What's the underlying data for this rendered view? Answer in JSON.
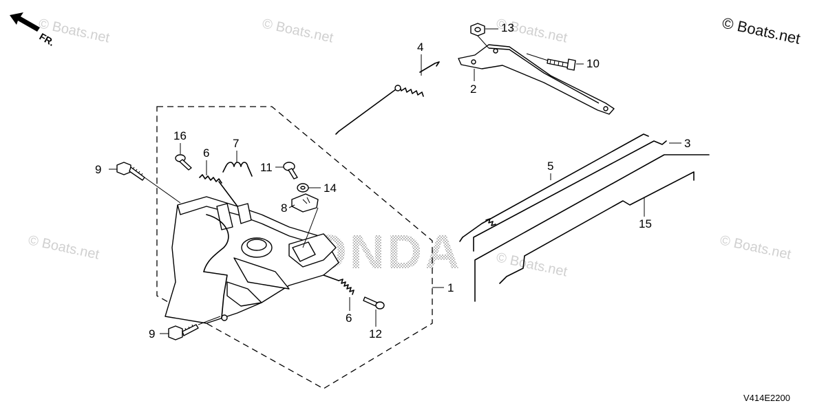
{
  "watermark": {
    "main": "© Boats.net",
    "faint": "© Boats.net"
  },
  "brand_text": "HONDA",
  "orientation_label": "FR.",
  "diagram_code": "V414E2200",
  "callouts": {
    "c1": "1",
    "c2": "2",
    "c3": "3",
    "c4": "4",
    "c5": "5",
    "c6a": "6",
    "c6b": "6",
    "c7": "7",
    "c8": "8",
    "c9a": "9",
    "c9b": "9",
    "c10": "10",
    "c11": "11",
    "c12": "12",
    "c13": "13",
    "c14": "14",
    "c15": "15",
    "c16": "16"
  }
}
